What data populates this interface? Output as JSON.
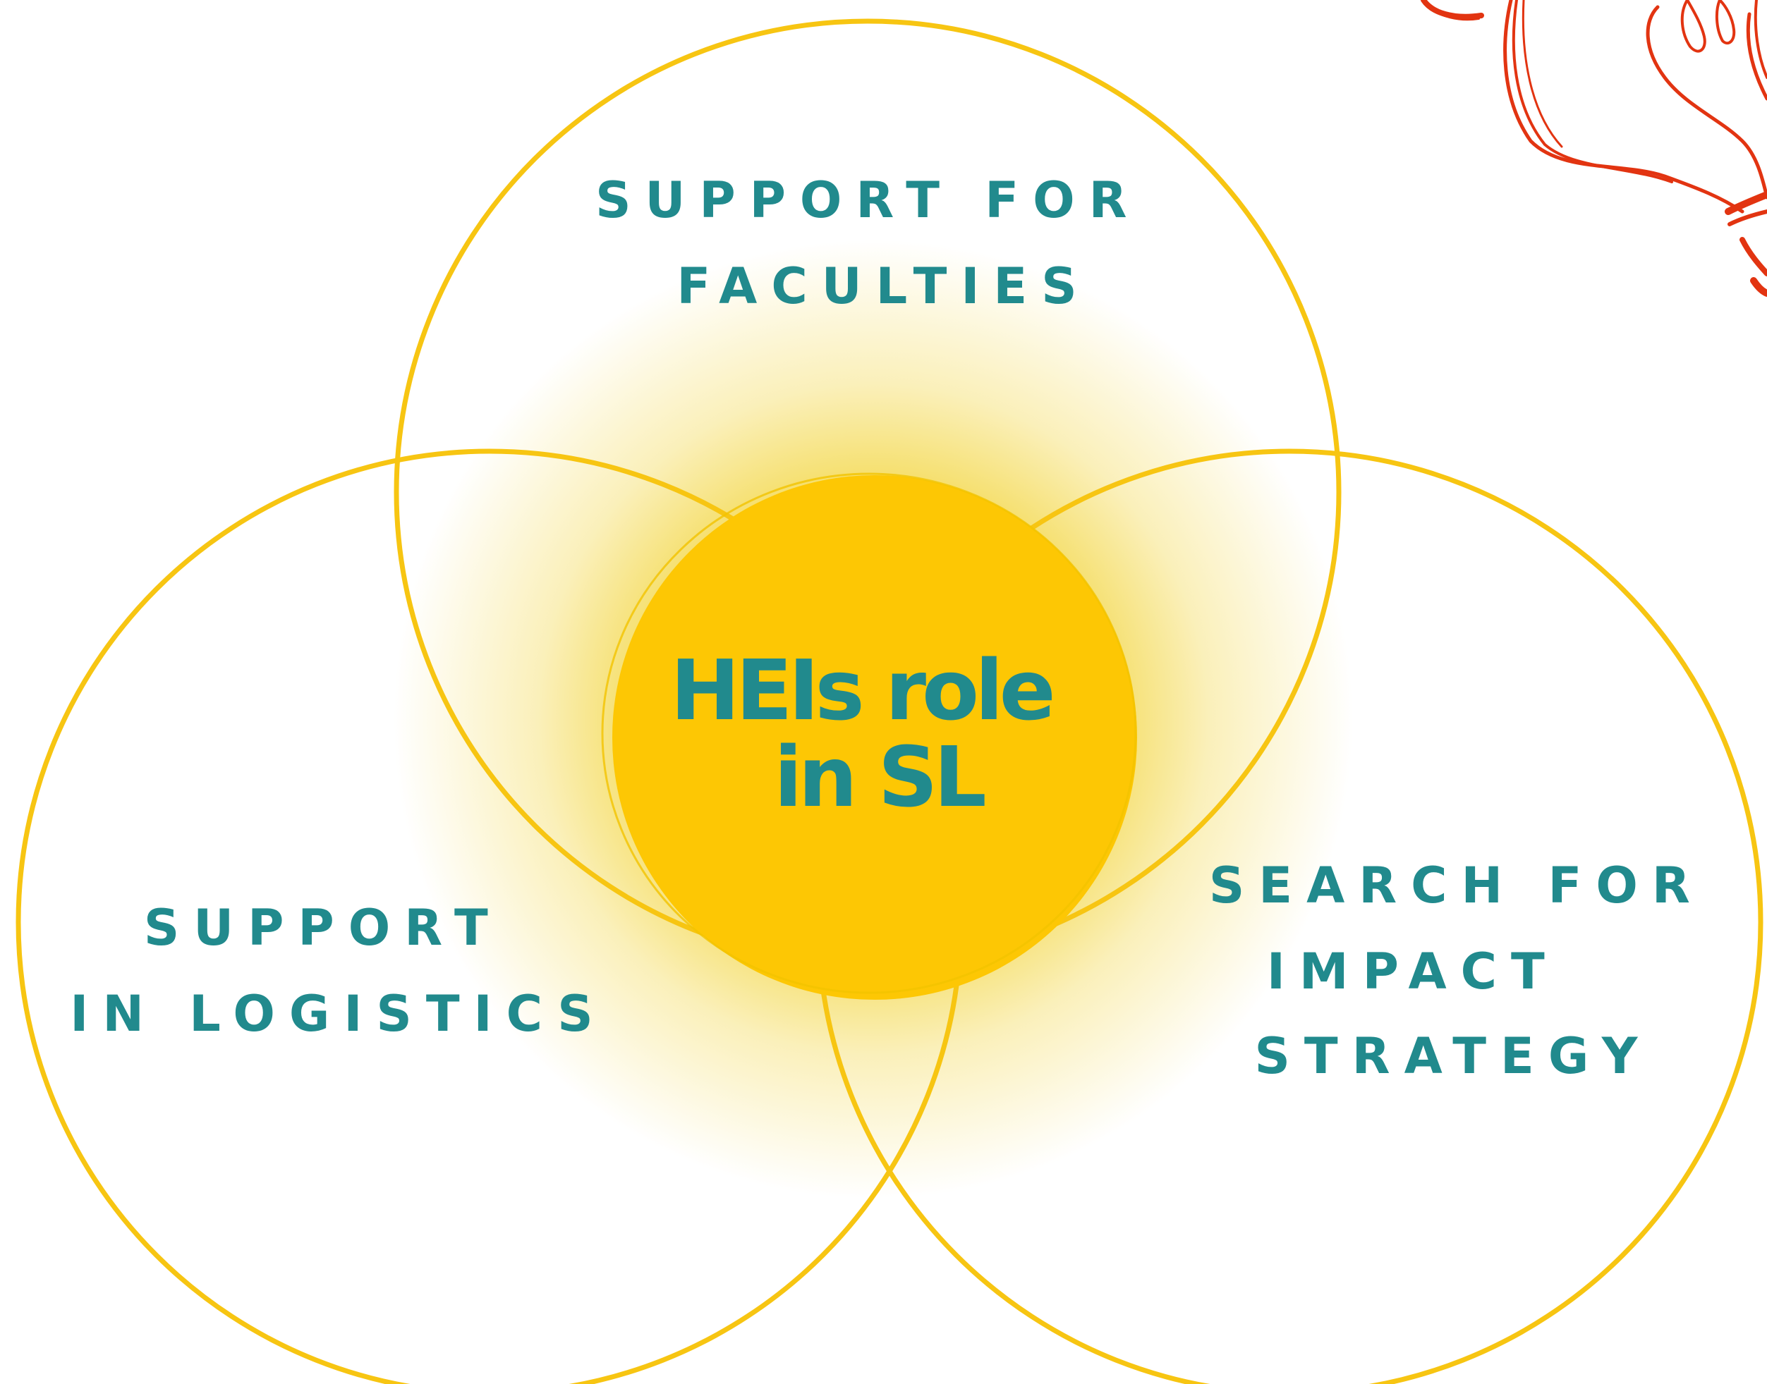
{
  "colors": {
    "circle_stroke": "#F7C512",
    "center_fill": "#FDC704",
    "glow": "#F2D43A",
    "text_teal": "#218A8D",
    "decor_red": "#E23411"
  },
  "venn": {
    "top": {
      "lines": [
        "SUPPORT FOR",
        "FACULTIES"
      ]
    },
    "left": {
      "lines": [
        "SUPPORT",
        "IN LOGISTICS"
      ]
    },
    "right": {
      "lines": [
        "SEARCH FOR",
        "IMPACT",
        "STRATEGY"
      ]
    },
    "center": {
      "lines": [
        "HEIs role",
        "in SL"
      ]
    }
  },
  "decoration": {
    "icon": "red-ribbon-doodle-icon"
  }
}
